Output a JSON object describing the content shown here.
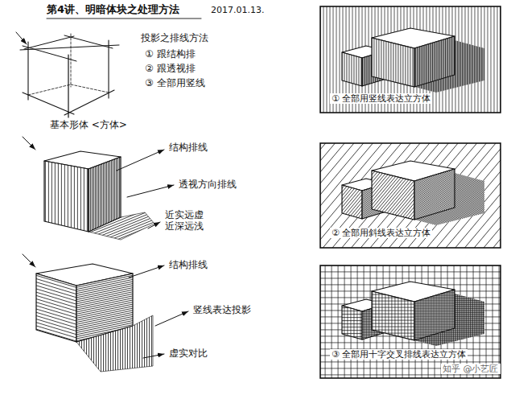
{
  "diagram": {
    "title": "第4讲、明暗体块之处理方法",
    "labels": [
      "2017.01.13.",
      "投影之排线方法",
      "① 跟结构排",
      "② 跟透视排",
      "③ 全部用竖线",
      "基本形体 <方体>",
      "结构排线",
      "透视方向排线",
      "近实远虚 近深远浅",
      "结构排线",
      "竖线表达投影",
      "虚实对比",
      "① 全部用竖线表达立方体",
      "② 全部用斜线表达立方体",
      "③ 全部用十字交叉排线表达立方体",
      "知乎 @小艺匠"
    ]
  }
}
